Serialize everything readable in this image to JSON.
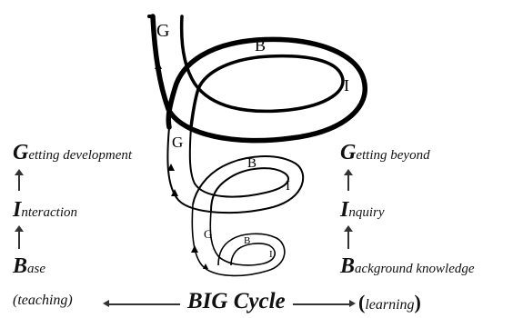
{
  "diagram": {
    "letters": {
      "outer_g": "G",
      "outer_b": "B",
      "outer_i": "I",
      "mid_g": "G",
      "mid_b": "B",
      "mid_i": "I",
      "inner_g": "G",
      "inner_b": "B",
      "inner_i": "I"
    }
  },
  "left_column": {
    "getting": {
      "cap": "G",
      "rest": "etting development"
    },
    "interaction": {
      "cap": "I",
      "rest": "nteraction"
    },
    "base": {
      "cap": "B",
      "rest": "ase"
    }
  },
  "right_column": {
    "getting": {
      "cap": "G",
      "rest": "etting beyond"
    },
    "inquiry": {
      "cap": "I",
      "rest": "nquiry"
    },
    "background": {
      "cap": "B",
      "rest": "ackground knowledge"
    }
  },
  "footer": {
    "teaching": "teaching",
    "big_cycle": "BIG Cycle",
    "learning": "learning",
    "open_paren": "(",
    "close_paren": ")"
  }
}
